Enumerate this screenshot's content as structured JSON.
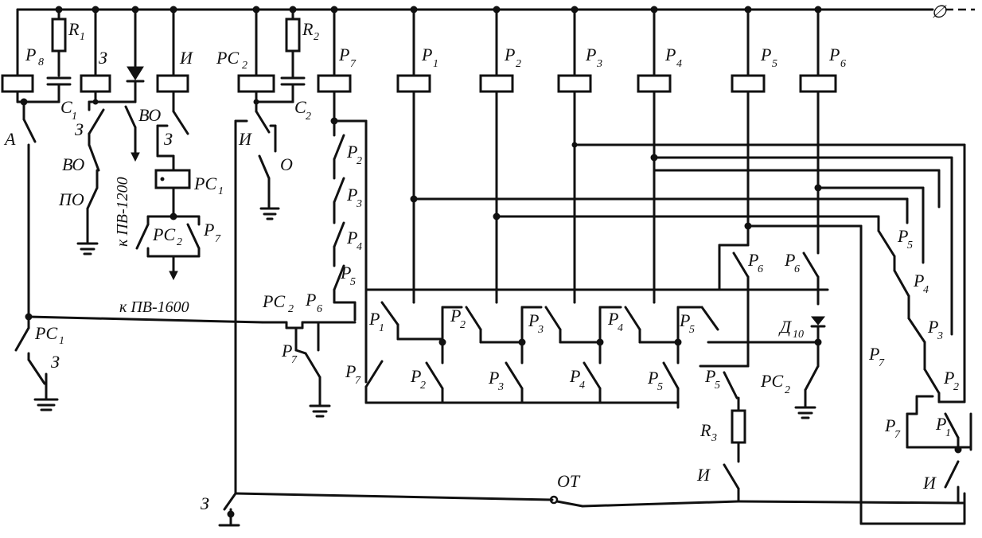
{
  "relays": [
    {
      "id": "p8",
      "label": "Р",
      "sub": "8"
    },
    {
      "id": "z",
      "label": "З",
      "sub": ""
    },
    {
      "id": "i",
      "label": "И",
      "sub": ""
    },
    {
      "id": "rc2",
      "label": "РС",
      "sub": "2"
    },
    {
      "id": "p7",
      "label": "Р",
      "sub": "7"
    },
    {
      "id": "p1",
      "label": "Р",
      "sub": "1"
    },
    {
      "id": "p2",
      "label": "Р",
      "sub": "2"
    },
    {
      "id": "p3",
      "label": "Р",
      "sub": "3"
    },
    {
      "id": "p4",
      "label": "Р",
      "sub": "4"
    },
    {
      "id": "p5",
      "label": "Р",
      "sub": "5"
    },
    {
      "id": "p6",
      "label": "Р",
      "sub": "6"
    }
  ],
  "resistors": {
    "r1": "R",
    "r1_sub": "1",
    "r2": "R",
    "r2_sub": "2",
    "r3": "R",
    "r3_sub": "3"
  },
  "capacitors": {
    "c1": "C",
    "c1_sub": "1",
    "c2": "C",
    "c2_sub": "2"
  },
  "rc1": {
    "label": "РС",
    "sub": "1"
  },
  "contacts": {
    "a": "А",
    "z": "З",
    "vo": "ВО",
    "po": "ПО",
    "i": "И",
    "o": "О",
    "ot": "ОТ",
    "rc": "РС",
    "p": "Р",
    "diode": "Д"
  },
  "notes": {
    "pv1200": "к ПВ-1200",
    "pv1600": "к ПВ-1600"
  },
  "supply_symbol": "∅"
}
